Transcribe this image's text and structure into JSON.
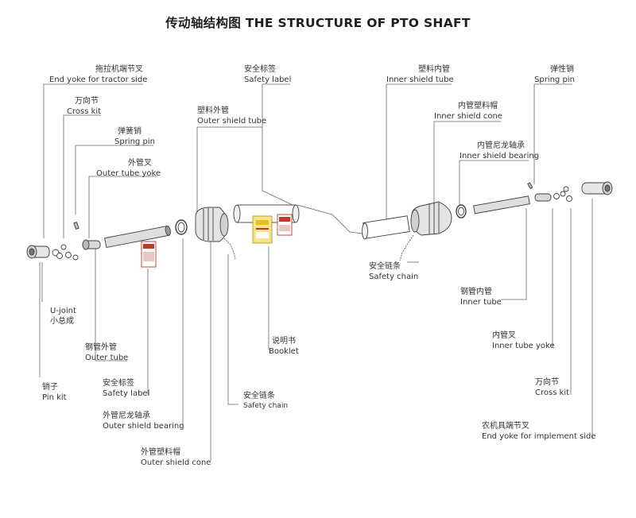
{
  "title": "传动轴结构图 THE STRUCTURE OF PTO SHAFT",
  "labels": {
    "end_yoke_tractor": {
      "cn": "拖拉机端节叉",
      "en": "End yoke for tractor side"
    },
    "cross_kit_left": {
      "cn": "万向节",
      "en": "Cross kit"
    },
    "spring_pin_left": {
      "cn": "弹簧销",
      "en": "Spring pin"
    },
    "outer_tube_yoke": {
      "cn": "外管叉",
      "en": "Outer tube yoke"
    },
    "safety_label_top": {
      "cn": "安全标签",
      "en": "Safety label"
    },
    "outer_shield_tube": {
      "cn": "塑料外管",
      "en": "Outer shield tube"
    },
    "inner_shield_tube": {
      "cn": "塑料内管",
      "en": "Inner shield tube"
    },
    "inner_shield_cone": {
      "cn": "内管塑料帽",
      "en": "Inner shield cone"
    },
    "inner_shield_bearing": {
      "cn": "内管尼龙轴承",
      "en": "Inner shield bearing"
    },
    "spring_pin_right": {
      "cn": "弹性销",
      "en": "Spring pin"
    },
    "safety_chain_right": {
      "cn": "安全链条",
      "en": "Safety chain"
    },
    "u_joint": {
      "en": "U-joint",
      "cn": "小总成"
    },
    "inner_tube": {
      "cn": "钢管内管",
      "en": "Inner tube"
    },
    "outer_tube": {
      "cn": "钢管外管",
      "en": "Outer tube"
    },
    "booklet": {
      "cn": "说明书",
      "en": "Booklet"
    },
    "inner_tube_yoke": {
      "cn": "内管叉",
      "en": "Inner tube yoke"
    },
    "pin_kit": {
      "cn": "销子",
      "en": "Pin kit"
    },
    "safety_label_bottom": {
      "cn": "安全标签",
      "en": "Safety label"
    },
    "safety_chain_bottom": {
      "cn": "安全链条",
      "en": "Safety chain"
    },
    "cross_kit_right": {
      "cn": "万向节",
      "en": "Cross kit"
    },
    "outer_shield_bearing": {
      "cn": "外管尼龙轴承",
      "en": "Outer shield bearing"
    },
    "end_yoke_implement": {
      "cn": "农机具端节叉",
      "en": "End yoke for implement side"
    },
    "outer_shield_cone": {
      "cn": "外管塑料帽",
      "en": "Outer shield cone"
    }
  },
  "colors": {
    "line": "#555555",
    "part": "#444444",
    "label_red": "#c0392b",
    "label_yellow": "#e8c21a"
  }
}
